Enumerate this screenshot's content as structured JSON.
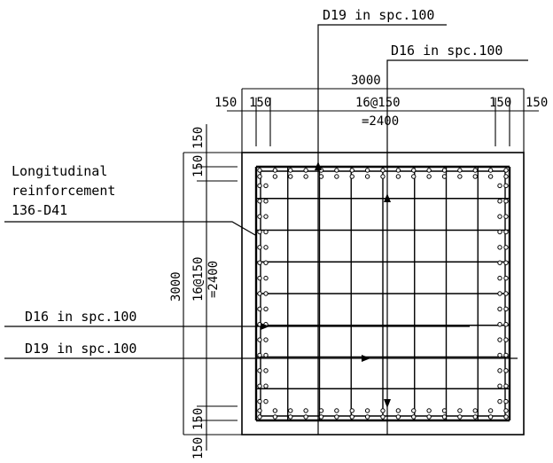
{
  "labels": {
    "top_rebar_d19": "D19 in spc.100",
    "top_rebar_d16": "D16 in spc.100",
    "width_overall": "3000",
    "top_cover_left_1": "150",
    "top_cover_left_2": "150",
    "top_spacing": "16@150",
    "top_spacing_total": "=2400",
    "top_cover_right_1": "150",
    "top_cover_right_2": "150",
    "long_reinf_line1": "Longitudinal",
    "long_reinf_line2": "reinforcement",
    "long_reinf_line3": "136-D41",
    "height_overall": "3000",
    "left_spacing": "16@150",
    "left_spacing_total": "=2400",
    "left_cover_top_1": "150",
    "left_cover_top_2": "150",
    "left_cover_bottom_1": "150",
    "left_cover_bottom_2": "150",
    "left_rebar_d16": "D16 in spc.100",
    "left_rebar_d19": "D19 in spc.100"
  }
}
